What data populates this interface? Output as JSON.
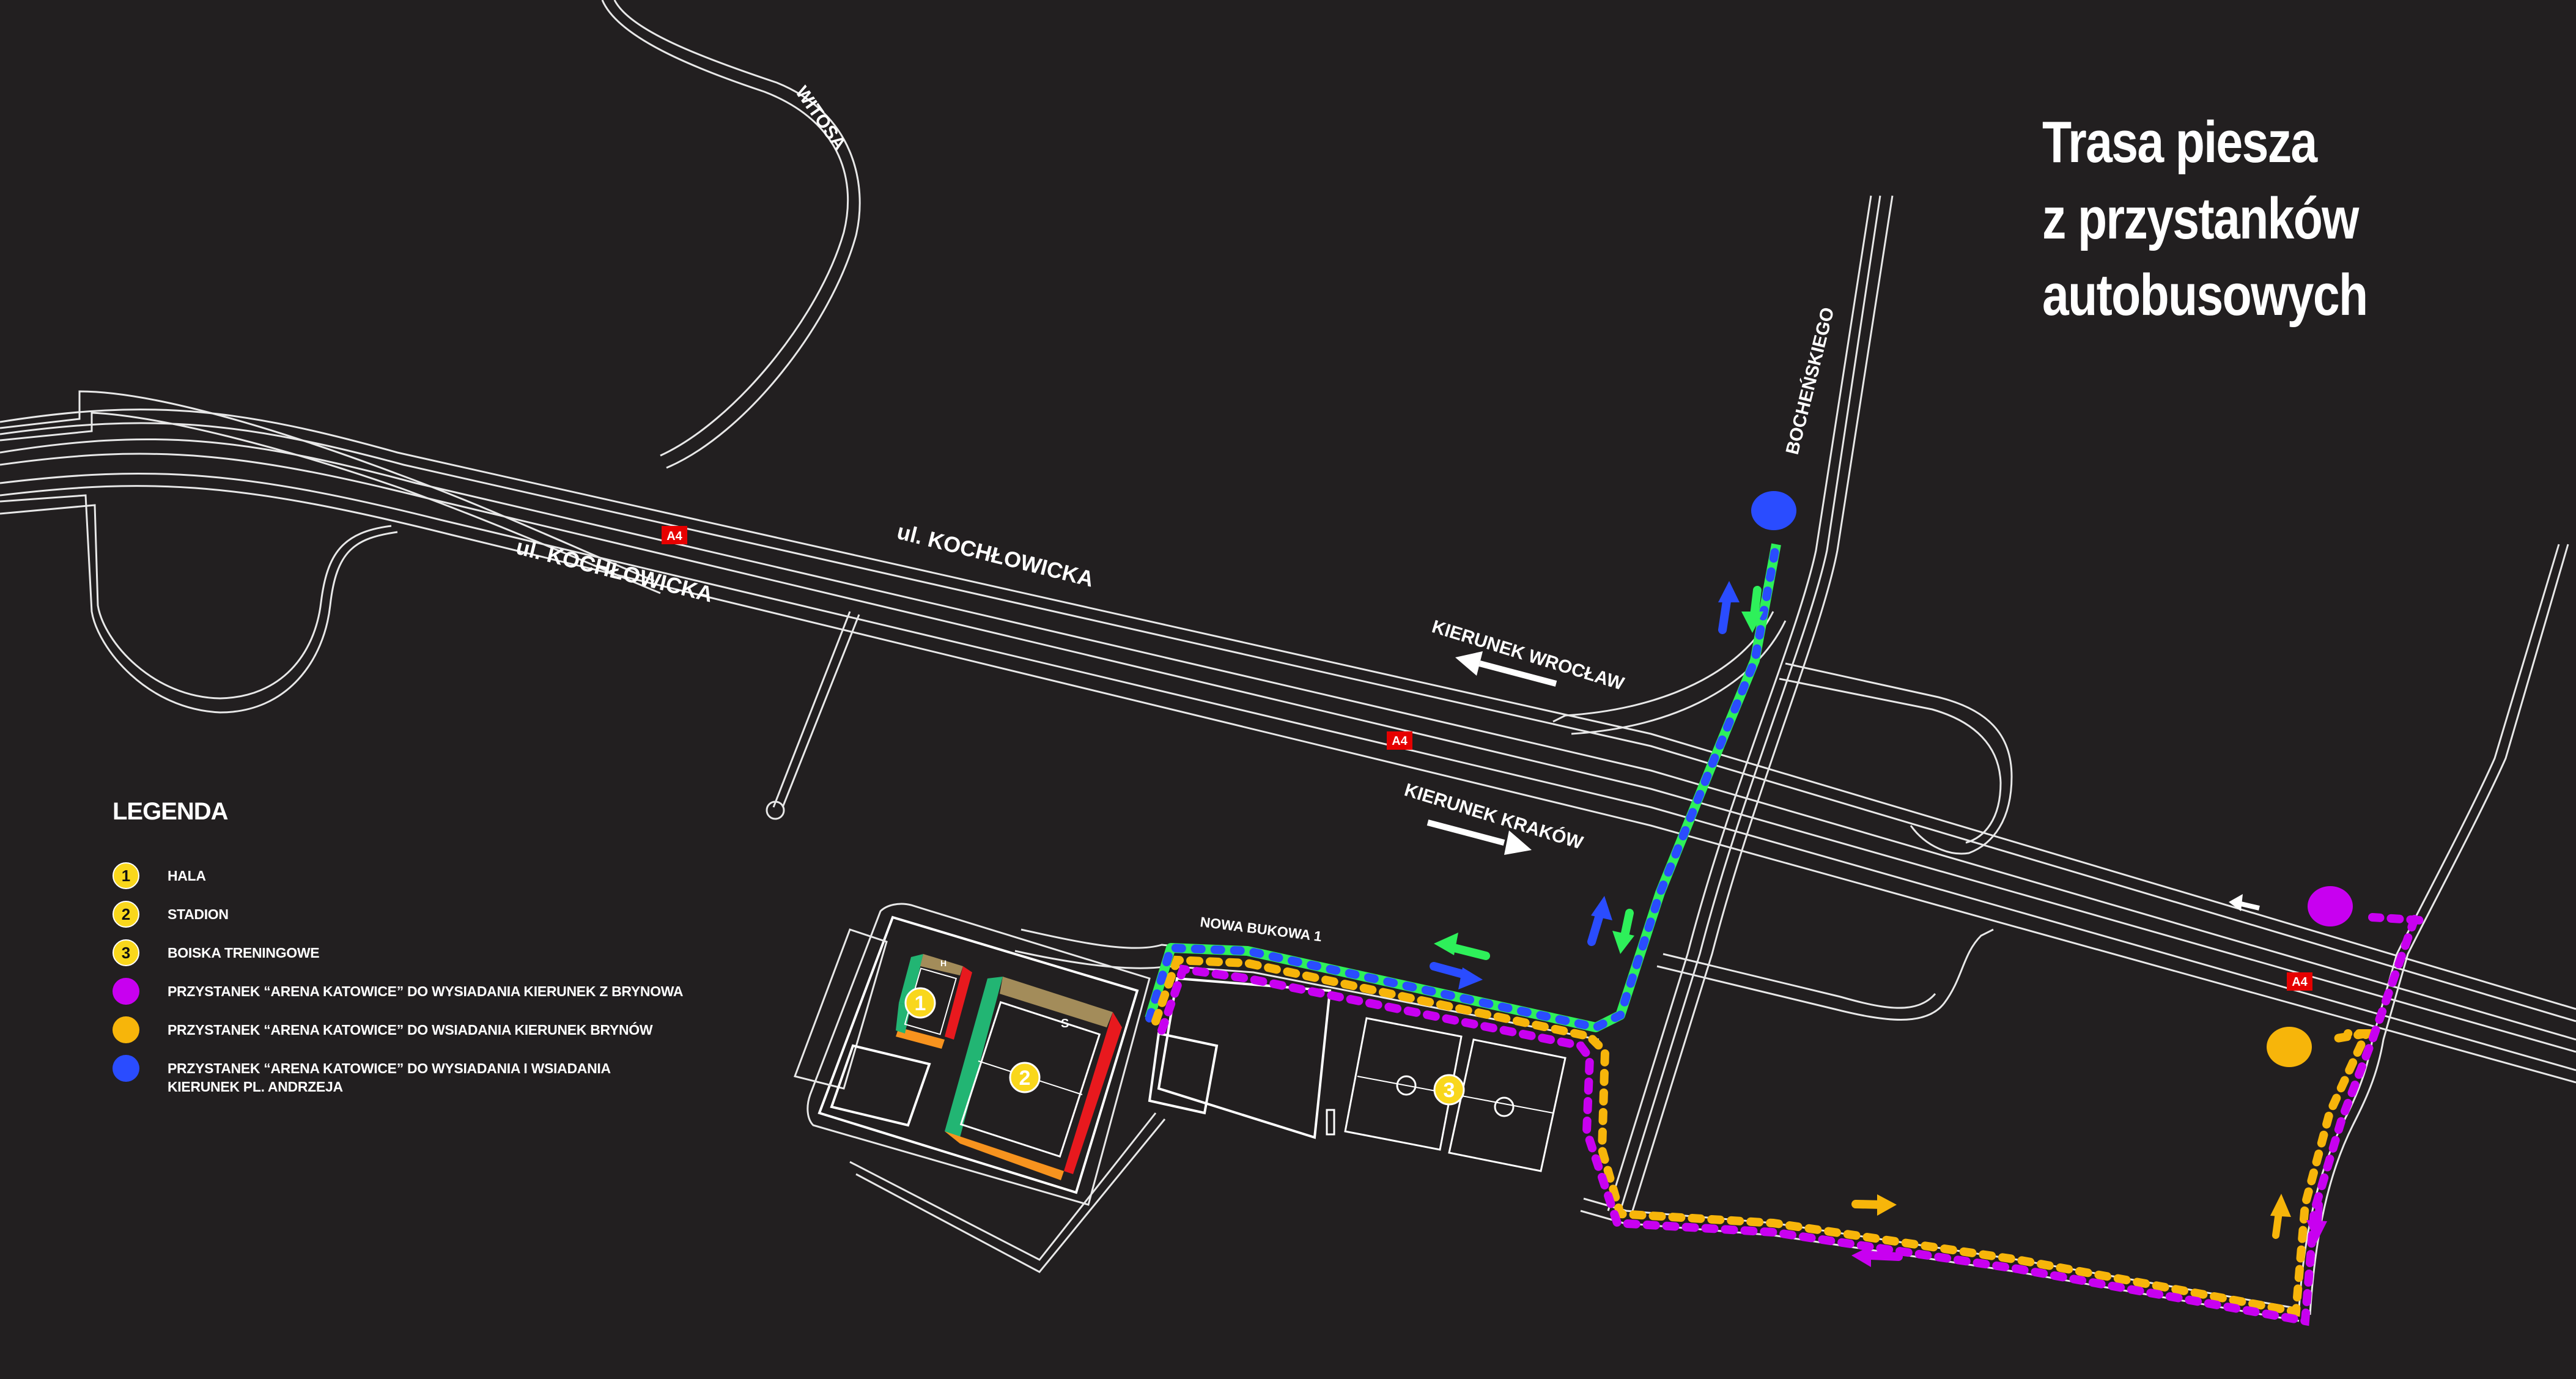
{
  "title": {
    "line1": "Trasa piesza",
    "line2": "z przystanków",
    "line3": "autobusowych"
  },
  "legend": {
    "heading": "LEGENDA",
    "items": [
      {
        "marker": "1",
        "type": "number",
        "color": "#f9d71c",
        "label": "HALA"
      },
      {
        "marker": "2",
        "type": "number",
        "color": "#f9d71c",
        "label": "STADION"
      },
      {
        "marker": "3",
        "type": "number",
        "color": "#f9d71c",
        "label": "BOISKA TRENINGOWE"
      },
      {
        "marker": "",
        "type": "dot",
        "color": "#c800f0",
        "label": "PRZYSTANEK “ARENA KATOWICE” DO WYSIADANIA KIERUNEK Z BRYNOWA"
      },
      {
        "marker": "",
        "type": "dot",
        "color": "#f7b50a",
        "label": "PRZYSTANEK “ARENA KATOWICE” DO WSIADANIA KIERUNEK BRYNÓW"
      },
      {
        "marker": "",
        "type": "dot",
        "color": "#2a4cff",
        "label": "PRZYSTANEK “ARENA KATOWICE” DO WYSIADANIA I WSIADANIA KIERUNEK PL. ANDRZEJA"
      }
    ]
  },
  "streets": {
    "witosa": "WITOSA",
    "kochlowicka_left": "ul. KOCHŁOWICKA",
    "kochlowicka_mid": "ul. KOCHŁOWICKA",
    "bochenskiego": "BOCHEŃSKIEGO",
    "nowa_bukowa": "NOWA BUKOWA 1"
  },
  "directions": {
    "wroclaw": "KIERUNEK WROCŁAW",
    "krakow": "KIERUNEK KRAKÓW"
  },
  "road_badges": {
    "a4_1": "A4",
    "a4_2": "A4",
    "a4_3": "A4"
  },
  "venues": {
    "hala": {
      "number": "1",
      "stand_label": "H"
    },
    "stadion": {
      "number": "2",
      "stand_label": "S"
    },
    "boiska": {
      "number": "3"
    }
  },
  "colors": {
    "background": "#221f20",
    "purple": "#c800f0",
    "orange": "#f7b50a",
    "blue": "#2a4cff",
    "green": "#2ef05a",
    "marker_yellow": "#f9d71c",
    "a4_red": "#e60000",
    "stand_green": "#22b573",
    "stand_tan": "#a38c5a",
    "stand_red": "#e8191e",
    "stand_orange": "#f7931e"
  }
}
